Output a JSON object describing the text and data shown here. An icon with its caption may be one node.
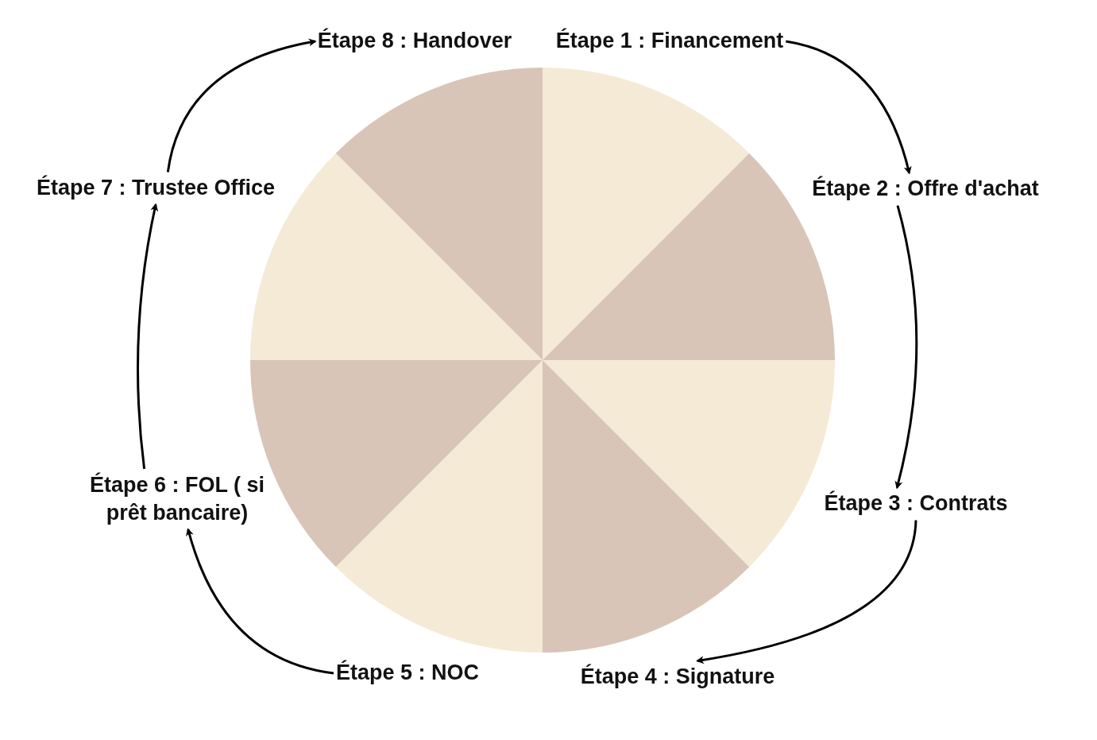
{
  "diagram": {
    "nodes": [
      {
        "text": [
          "Étape 1 : Financement"
        ]
      },
      {
        "text": [
          "Étape 2 : Offre d'achat"
        ]
      },
      {
        "text": [
          "Étape 3 : Contrats"
        ]
      },
      {
        "text": [
          "Étape 4 : Signature"
        ]
      },
      {
        "text": [
          "Étape 5 : NOC"
        ]
      },
      {
        "text": [
          "Étape 6 : FOL ( si prêt bancaire)"
        ]
      },
      {
        "text": [
          "Étape 7 : Trustee Office"
        ]
      },
      {
        "text": [
          "Étape 8 : Handover"
        ]
      }
    ],
    "edges": [
      {
        "from": 0,
        "to": 1,
        "arrow": "to"
      },
      {
        "from": 1,
        "to": 2,
        "arrow": "to"
      },
      {
        "from": 2,
        "to": 3,
        "arrow": "to"
      },
      {
        "from": 4,
        "to": 5,
        "arrow": "to"
      },
      {
        "from": 5,
        "to": 6,
        "arrow": "to"
      },
      {
        "from": 6,
        "to": 7,
        "arrow": "to"
      }
    ]
  }
}
